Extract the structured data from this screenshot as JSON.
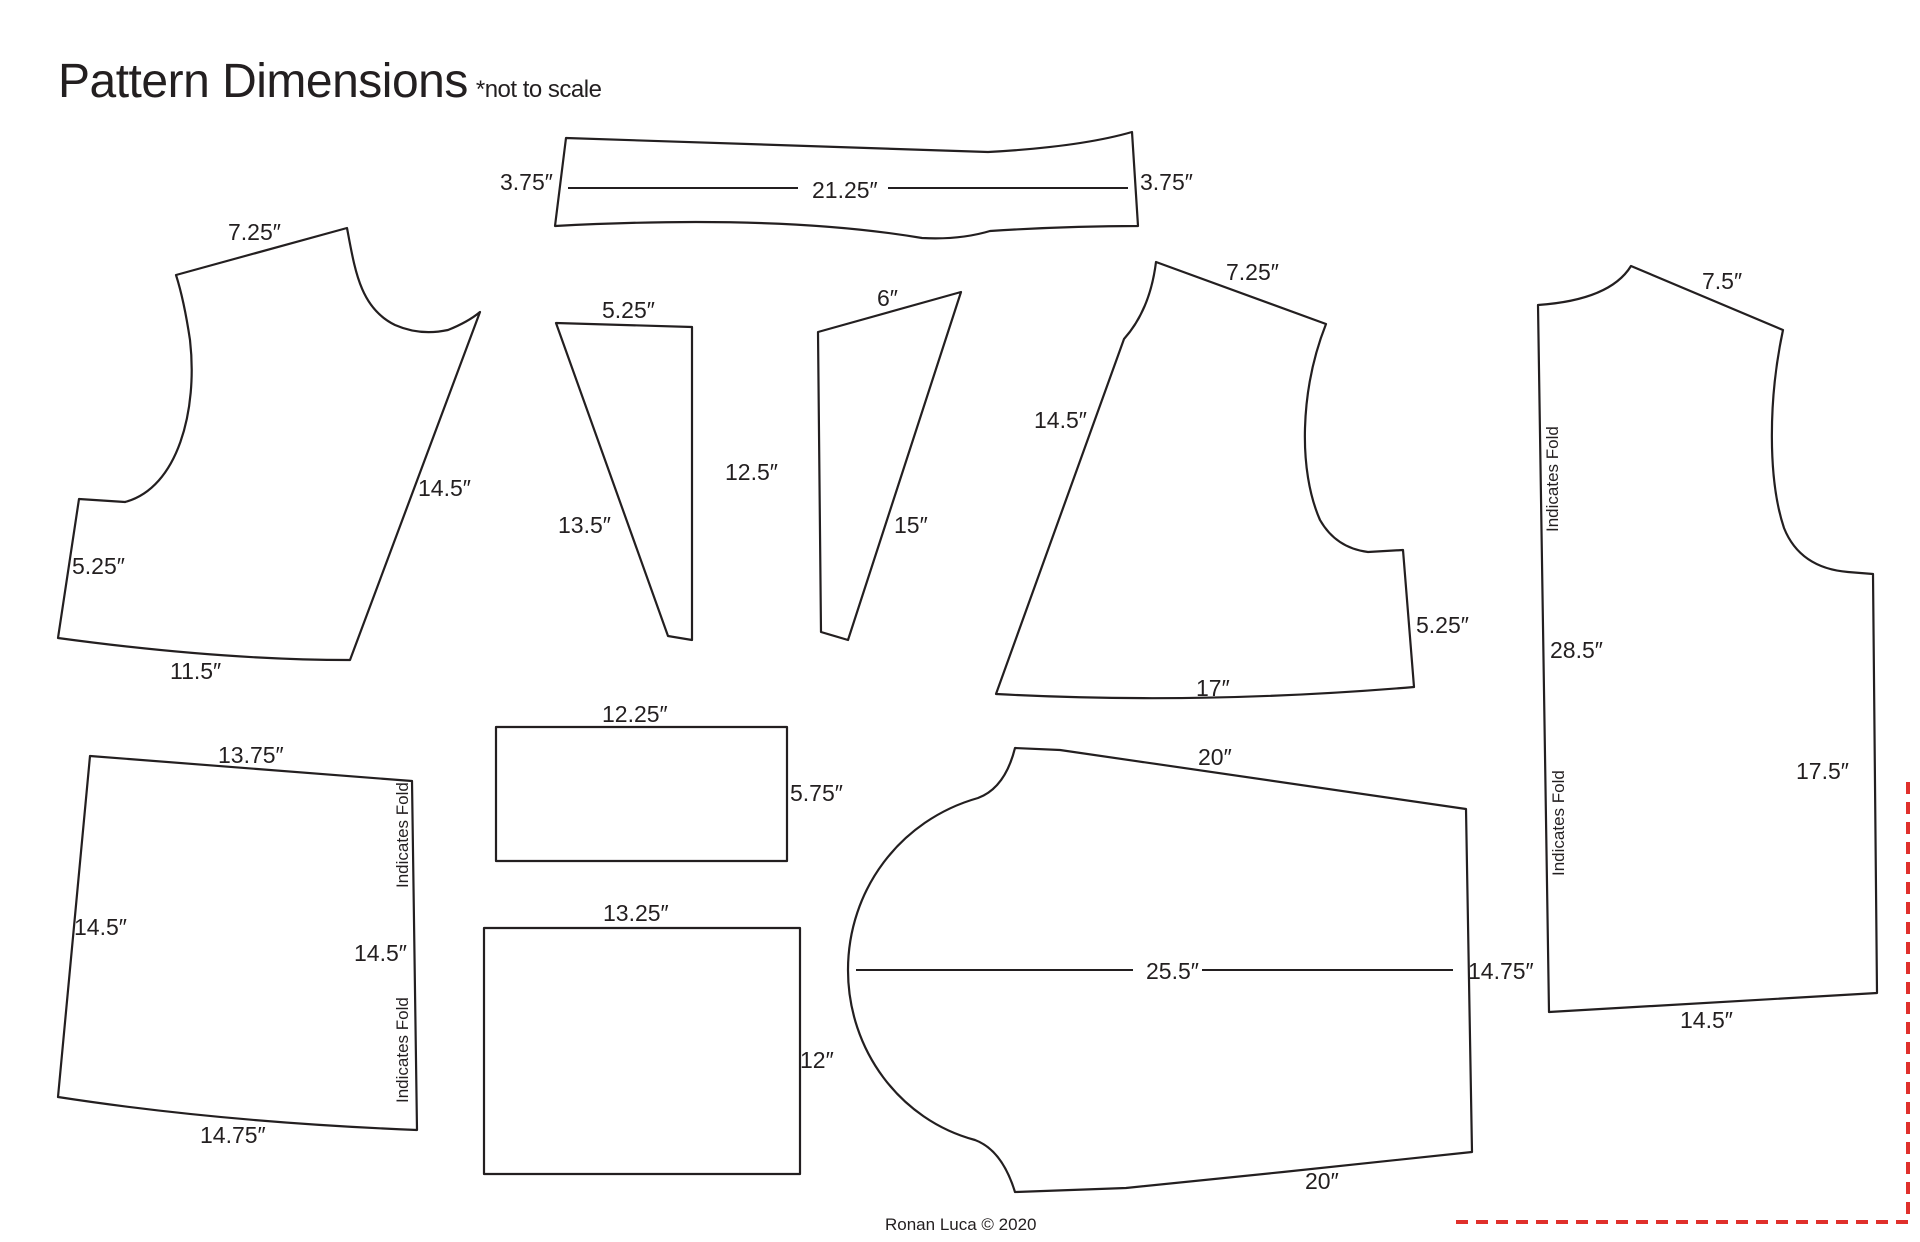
{
  "title": "Pattern Dimensions",
  "subtitle": "*not to scale",
  "credit": "Ronan Luca © 2020",
  "colors": {
    "line": "#231f20",
    "cut_guide": "#e0302b",
    "background": "#ffffff"
  },
  "pieces": {
    "collar": {
      "left": "3.75″",
      "length": "21.25″",
      "right": "3.75″"
    },
    "front_left": {
      "shoulder": "7.25″",
      "side": "14.5″",
      "hem_side": "5.25″",
      "hem": "11.5″"
    },
    "gusset_a": {
      "top": "5.25″",
      "diagonal": "13.5″",
      "height": "12.5″"
    },
    "gusset_b": {
      "top": "6″",
      "diagonal": "15″"
    },
    "front_right": {
      "shoulder": "7.25″",
      "side": "14.5″",
      "hem_side": "5.25″",
      "hem": "17″"
    },
    "back": {
      "shoulder": "7.5″",
      "fold_top": "Indicates Fold",
      "length": "28.5″",
      "fold_bottom": "Indicates Fold",
      "side": "17.5″",
      "hem": "14.5″"
    },
    "pocket_large": {
      "top": "13.75″",
      "left": "14.5″",
      "fold_top": "Indicates Fold",
      "right": "14.5″",
      "fold_bottom": "Indicates Fold",
      "bottom": "14.75″"
    },
    "cuff": {
      "width": "12.25″",
      "height": "5.75″"
    },
    "panel": {
      "width": "13.25″",
      "height": "12″"
    },
    "sleeve": {
      "top": "20″",
      "length": "25.5″",
      "width": "14.75″",
      "bottom": "20″"
    }
  }
}
